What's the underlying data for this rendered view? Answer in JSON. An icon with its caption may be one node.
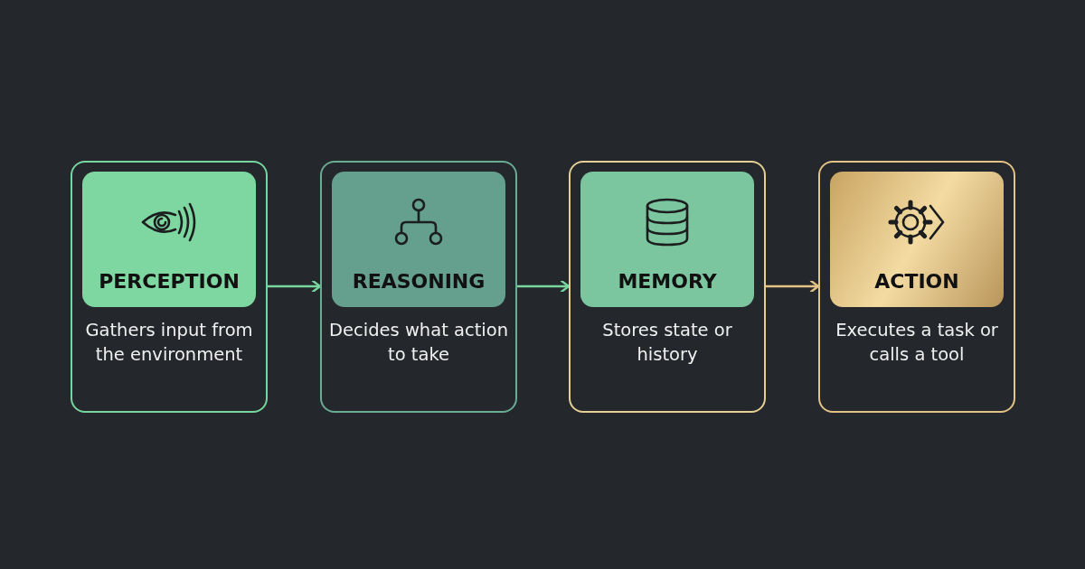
{
  "diagram": {
    "nodes": [
      {
        "text": [
          "Gathers input from the environment"
        ]
      },
      {
        "text": [
          "PERCEPTION"
        ],
        "in": 0
      },
      {
        "text": [
          "Decides what action to take"
        ]
      },
      {
        "text": [
          "REASONING"
        ],
        "in": 2
      },
      {
        "text": [
          "Stores state or history"
        ]
      },
      {
        "text": [
          "MEMORY"
        ],
        "in": 4
      },
      {
        "text": [
          "Executes a task or calls a tool"
        ]
      },
      {
        "text": [
          "ACTION"
        ],
        "in": 6
      }
    ],
    "edges": [
      {
        "from": 0,
        "to": 2,
        "arrow": "to"
      },
      {
        "from": 2,
        "to": 4,
        "arrow": "to"
      },
      {
        "from": 4,
        "to": 6,
        "arrow": "to",
        "color": "#e2c285"
      }
    ]
  }
}
